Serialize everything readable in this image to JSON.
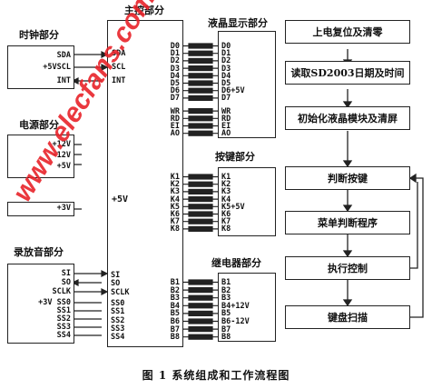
{
  "main": {
    "title": "主控部分",
    "vcc": "+5V",
    "clock_pins": [
      "SDA",
      "SCL",
      "INT"
    ],
    "lcd_pins": [
      "D0",
      "D1",
      "D2",
      "D3",
      "D4",
      "D5",
      "D6",
      "D7",
      "WR",
      "RD",
      "EI",
      "AO"
    ],
    "key_pins": [
      "K1",
      "K2",
      "K3",
      "K4",
      "K5",
      "K6",
      "K7",
      "K8"
    ],
    "audio_pins": [
      "SI",
      "SO",
      "SCLK",
      "SS0",
      "SS1",
      "SS2",
      "SS3",
      "SS4"
    ],
    "relay_pins": [
      "B1",
      "B2",
      "B3",
      "B4",
      "B5",
      "B6",
      "B7",
      "B8"
    ]
  },
  "clock": {
    "title": "时钟部分",
    "pins": [
      "SDA",
      "+5VSCL",
      "INT"
    ]
  },
  "power": {
    "title": "电源部分",
    "rails": [
      "+12V",
      "-12V",
      "+5V",
      "+3V"
    ]
  },
  "audio": {
    "title": "录放音部分",
    "pins": [
      "SI",
      "SO",
      "SCLK",
      "+3V SS0",
      "SS1",
      "SS2",
      "SS3",
      "SS4"
    ]
  },
  "lcd": {
    "title": "液晶显示部分",
    "pins": [
      "D0",
      "D1",
      "D2",
      "D3",
      "D4",
      "D5",
      "D6+5V",
      "D7",
      "WR",
      "RD",
      "EI",
      "AO"
    ]
  },
  "keys": {
    "title": "按键部分",
    "pins": [
      "K1",
      "K2",
      "K3",
      "K4",
      "K5+5V",
      "K6",
      "K7",
      "K8"
    ]
  },
  "relay": {
    "title": "继电器部分",
    "pins": [
      "B1",
      "B2",
      "B3",
      "B4+12V",
      "B5",
      "B6-12V",
      "B7",
      "B8"
    ]
  },
  "flow": {
    "steps": [
      "上电复位及清零",
      "读取SD2003日期及时间",
      "初始化液晶模块及清屏",
      "判断按键",
      "菜单判断程序",
      "执行控制",
      "键盘扫描"
    ]
  },
  "watermark": "www.elecfans.com",
  "caption": "图 1    系统组成和工作流程图"
}
